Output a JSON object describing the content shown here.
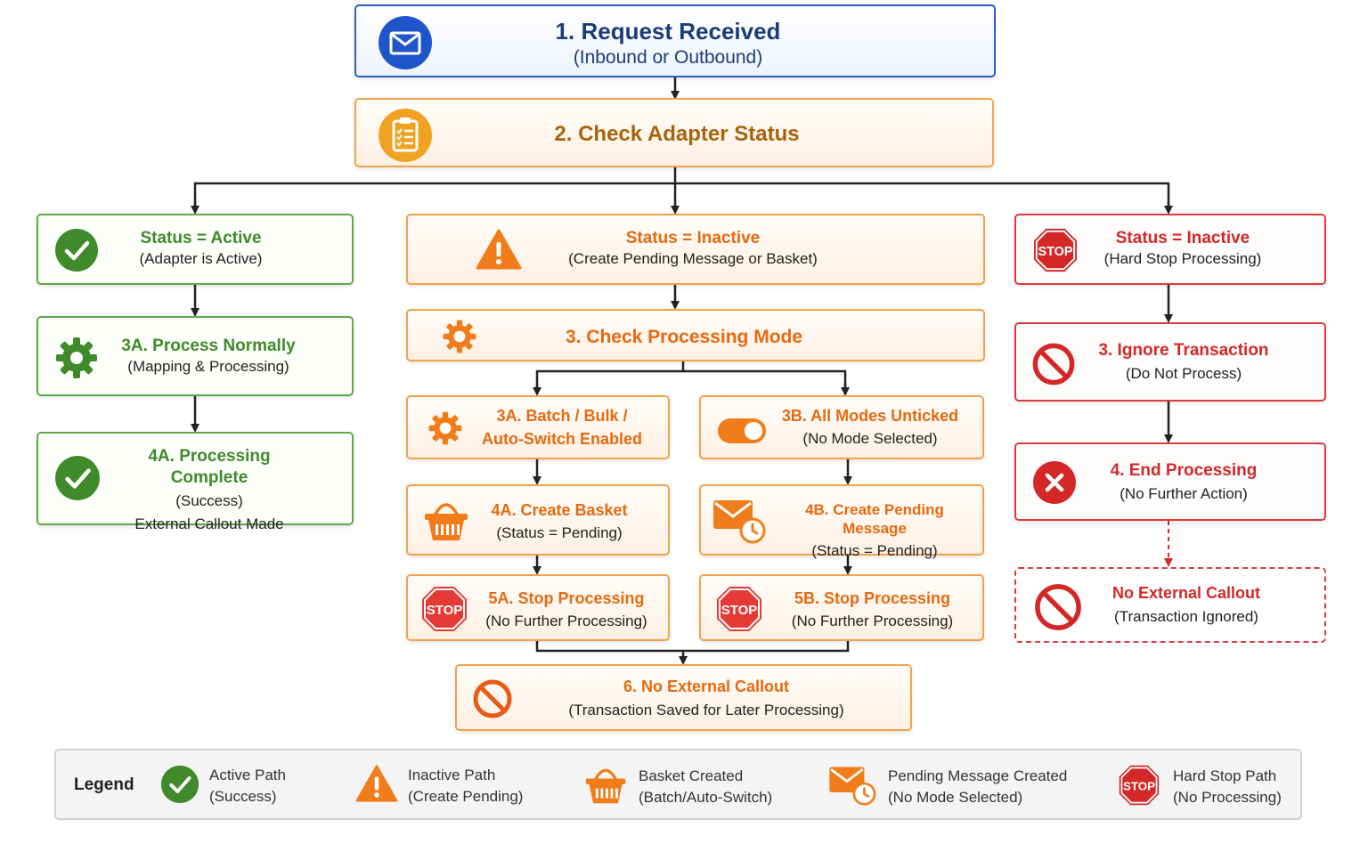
{
  "nodes": {
    "request": {
      "title": "1. Request Received",
      "sub": "(Inbound or Outbound)"
    },
    "check_adapter": {
      "title": "2. Check Adapter Status"
    },
    "active": {
      "title": "Status = Active",
      "sub": "(Adapter is Active)"
    },
    "process_normally": {
      "title": "3A. Process Normally",
      "sub": "(Mapping & Processing)"
    },
    "processing_complete": {
      "title": "4A. Processing Complete",
      "sub": "(Success)",
      "sub2": "External Callout Made"
    },
    "inactive_pending": {
      "title": "Status = Inactive",
      "sub": "(Create Pending Message or Basket)"
    },
    "check_mode": {
      "title": "3. Check Processing Mode"
    },
    "batch_mode": {
      "title": "3A. Batch / Bulk /",
      "sub": "Auto-Switch Enabled"
    },
    "all_unticked": {
      "title": "3B. All Modes Unticked",
      "sub": "(No Mode Selected)"
    },
    "create_basket": {
      "title": "4A. Create Basket",
      "sub": "(Status = Pending)"
    },
    "create_pending": {
      "title": "4B. Create Pending Message",
      "sub": "(Status = Pending)"
    },
    "stop_5a": {
      "title": "5A. Stop Processing",
      "sub": "(No Further Processing)"
    },
    "stop_5b": {
      "title": "5B. Stop Processing",
      "sub": "(No Further Processing)"
    },
    "no_callout_saved": {
      "title": "6. No External Callout",
      "sub": "(Transaction Saved for Later Processing)"
    },
    "inactive_hard": {
      "title": "Status = Inactive",
      "sub": "(Hard Stop Processing)"
    },
    "ignore": {
      "title": "3. Ignore Transaction",
      "sub": "(Do Not Process)"
    },
    "end": {
      "title": "4. End Processing",
      "sub": "(No Further Action)"
    },
    "no_callout_ignored": {
      "title": "No External Callout",
      "sub": "(Transaction Ignored)"
    }
  },
  "icons": {
    "request": "envelope-icon",
    "check_adapter": "clipboard-icon",
    "active": "check-circle-icon",
    "process_normally": "gear-icon",
    "processing_complete": "check-circle-icon",
    "inactive_pending": "warning-icon",
    "check_mode": "gear-icon",
    "batch_mode": "gear-icon",
    "all_unticked": "toggle-icon",
    "create_basket": "basket-icon",
    "create_pending": "mail-clock-icon",
    "stop_5a": "stop-sign-icon",
    "stop_5b": "stop-sign-icon",
    "no_callout_saved": "prohibited-icon",
    "inactive_hard": "stop-sign-icon",
    "ignore": "prohibited-icon",
    "end": "x-circle-icon",
    "no_callout_ignored": "prohibited-icon"
  },
  "icon_text": {
    "stop": "STOP"
  },
  "legend": {
    "title": "Legend",
    "items": [
      {
        "line1": "Active Path",
        "line2": "(Success)",
        "icon": "check-circle-icon"
      },
      {
        "line1": "Inactive Path",
        "line2": "(Create Pending)",
        "icon": "warning-icon"
      },
      {
        "line1": "Basket Created",
        "line2": "(Batch/Auto-Switch)",
        "icon": "basket-icon"
      },
      {
        "line1": "Pending Message Created",
        "line2": "(No Mode Selected)",
        "icon": "mail-clock-icon"
      },
      {
        "line1": "Hard Stop Path",
        "line2": "(No Processing)",
        "icon": "stop-sign-icon"
      }
    ]
  },
  "colors": {
    "blue": "#2a5fc4",
    "orange": "#f07d1a",
    "green": "#3f8a2a",
    "red": "#d42828",
    "connector": "#222222"
  }
}
